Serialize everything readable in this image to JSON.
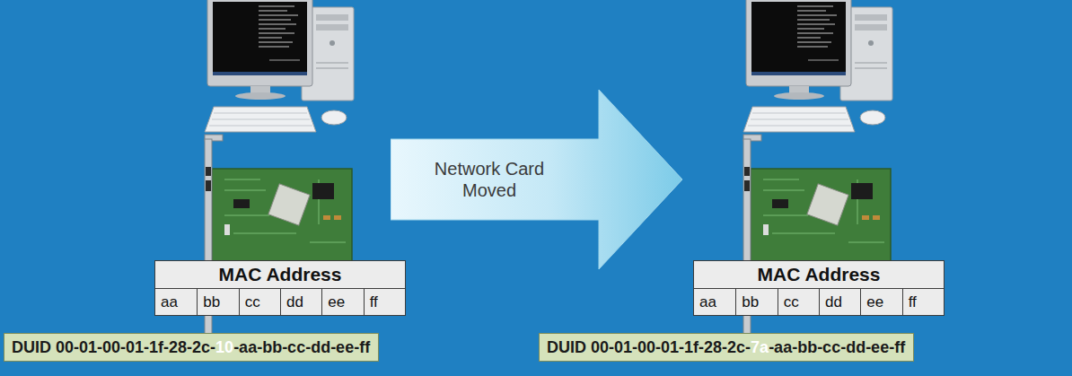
{
  "diagram": {
    "nodes": [
      {
        "text": [
          "Network Card Moved"
        ]
      },
      {
        "text": [
          "MAC Address"
        ]
      },
      {
        "text": [
          "aa"
        ],
        "in": 1
      },
      {
        "text": [
          "bb"
        ],
        "in": 1
      },
      {
        "text": [
          "cc"
        ],
        "in": 1
      },
      {
        "text": [
          "dd"
        ],
        "in": 1
      },
      {
        "text": [
          "ee"
        ],
        "in": 1
      },
      {
        "text": [
          "ff"
        ],
        "in": 1
      },
      {
        "text": [
          "MAC Address"
        ]
      },
      {
        "text": [
          "aa"
        ],
        "in": 8
      },
      {
        "text": [
          "bb"
        ],
        "in": 8
      },
      {
        "text": [
          "cc"
        ],
        "in": 8
      },
      {
        "text": [
          "dd"
        ],
        "in": 8
      },
      {
        "text": [
          "ee"
        ],
        "in": 8
      },
      {
        "text": [
          "ff"
        ],
        "in": 8
      },
      {
        "text": [
          "DUID 00-01-00-01-1f-28-2c-10-aa-bb-cc-dd-ee-ff"
        ]
      },
      {
        "text": [
          "DUID 00-01-00-01-1f-28-2c-7a-aa-bb-cc-dd-ee-ff"
        ]
      }
    ]
  }
}
